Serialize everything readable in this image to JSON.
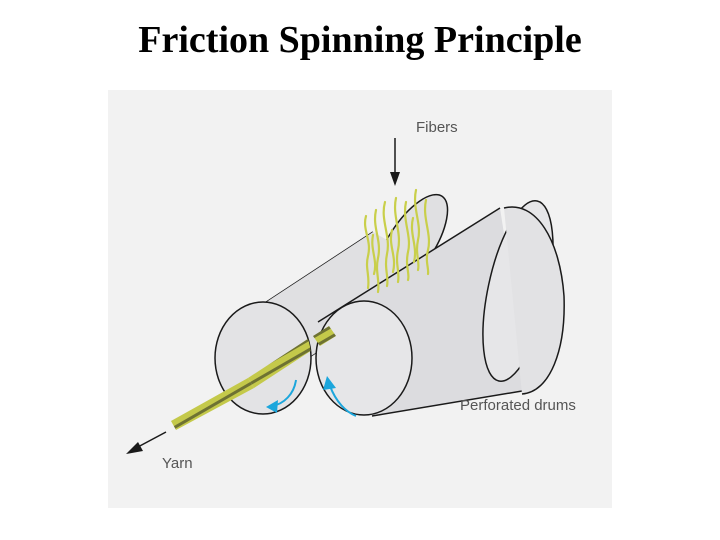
{
  "slide": {
    "title": "Friction Spinning Principle"
  },
  "diagram": {
    "labels": {
      "fibers": "Fibers",
      "drums": "Perforated drums",
      "yarn": "Yarn"
    },
    "colors": {
      "panel_background": "#f2f2f2",
      "drum_fill": "#e0e0e2",
      "drum_outline": "#1a1a1a",
      "fiber": "#c9cf4a",
      "yarn": "#c4c94a",
      "rotation_arrow": "#1ca6dc",
      "label_text": "#555555"
    },
    "icons": [
      "fiber-feed-arrow",
      "rotation-arrow",
      "yarn-direction-arrow"
    ]
  }
}
